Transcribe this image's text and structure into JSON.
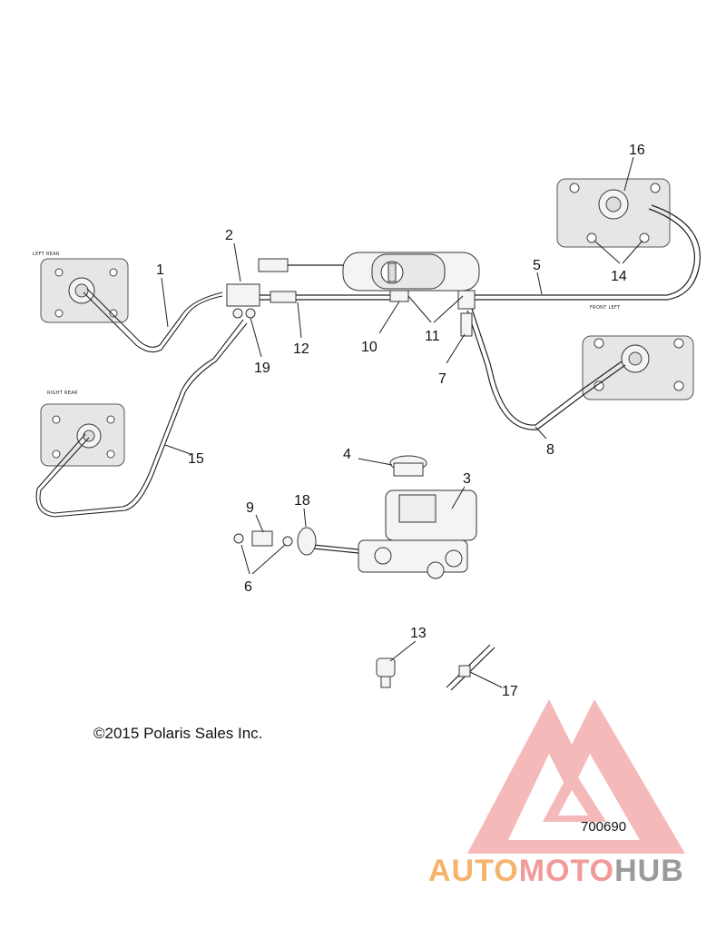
{
  "callouts": {
    "c1": "1",
    "c2": "2",
    "c3": "3",
    "c4": "4",
    "c5": "5",
    "c6": "6",
    "c7": "7",
    "c8": "8",
    "c9": "9",
    "c10": "10",
    "c11": "11",
    "c12": "12",
    "c13": "13",
    "c14": "14",
    "c15": "15",
    "c16": "16",
    "c17": "17",
    "c18": "18",
    "c19": "19"
  },
  "caliper_labels": {
    "left_rear": "LEFT REAR",
    "right_rear": "RIGHT REAR",
    "front_left": "FRONT LEFT"
  },
  "copyright": "©2015 Polaris Sales Inc.",
  "diagram_number": "700690",
  "watermark": {
    "part1": "AUTO",
    "part2": "MOTO",
    "part3": "HUB"
  },
  "colors": {
    "watermark_red": "#f08080",
    "watermark_orange": "#f5b36b",
    "watermark_gray": "#9a9a9a"
  }
}
